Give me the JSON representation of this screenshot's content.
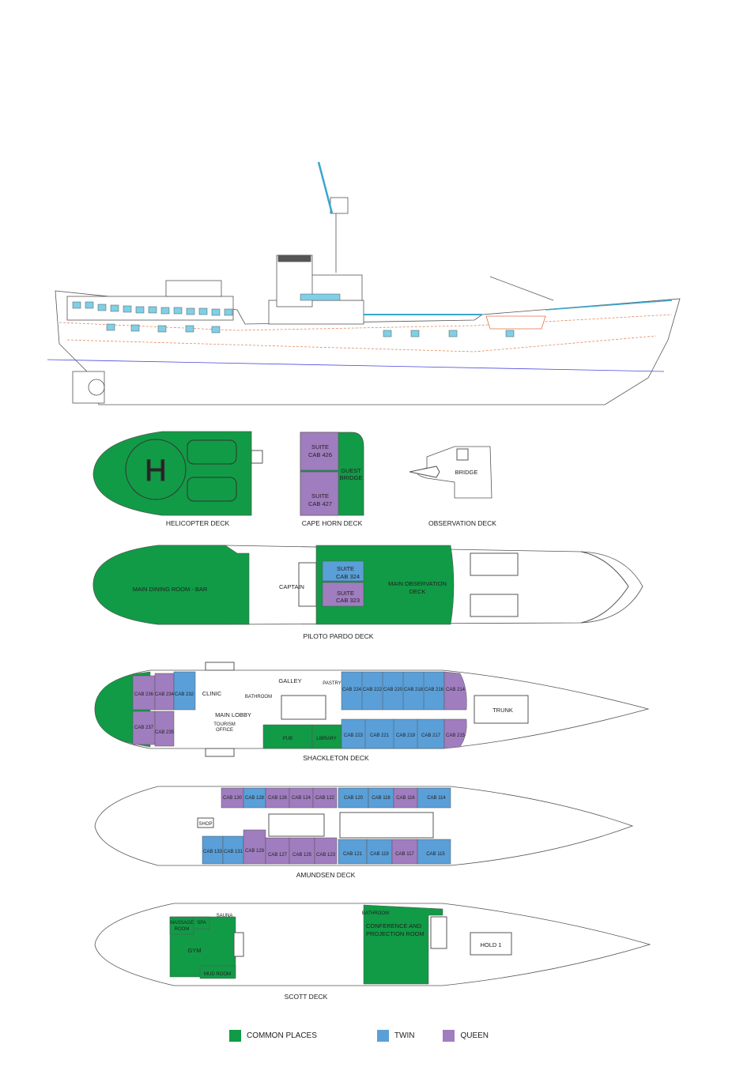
{
  "colors": {
    "common": "#119b46",
    "twin": "#5a9fd8",
    "queen": "#a07dbf",
    "line": "#555555",
    "window": "#7fd0e6"
  },
  "decks": {
    "helicopter": "HELICOPTER DECK",
    "cape_horn": "CAPE HORN DECK",
    "observation": "OBSERVATION DECK",
    "piloto_pardo": "PILOTO PARDO DECK",
    "shackleton": "SHACKLETON DECK",
    "amundsen": "AMUNDSEN DECK",
    "scott": "SCOTT DECK"
  },
  "rooms": {
    "suite": "SUITE",
    "cab_426": "CAB 426",
    "cab_427": "CAB 427",
    "guest": "GUEST",
    "bridge_word": "BRIDGE",
    "bridge": "BRIDGE",
    "main_dining": "MAIN DINING ROOM - BAR",
    "captain": "CAPTAIN",
    "cab_324": "CAB 324",
    "cab_323": "CAB 323",
    "main_obs_1": "MAIN OBSERVATION",
    "main_obs_2": "DECK",
    "galley": "GALLEY",
    "pastry": "PASTRY",
    "clinic": "CLINIC",
    "bathroom": "BATHROOM",
    "main_lobby": "MAIN LOBBY",
    "tourism": "TOURISM",
    "office": "OFFICE",
    "pub": "PUB",
    "library": "LIBRARY",
    "trunk": "TRUNK",
    "shop": "SHOP",
    "sauna": "SAUNA",
    "massage_1": "MASSAGE",
    "massage_2": "ROOM",
    "spa": "SPA",
    "gym": "GYM",
    "mud_room": "MUD ROOM",
    "conf_1": "CONFERENCE AND",
    "conf_2": "PROJECTION ROOM",
    "hold_1": "HOLD 1"
  },
  "cabins_shackleton_top": [
    "CAB 236",
    "CAB 234",
    "CAB 232",
    "CAB 224",
    "CAB 222",
    "CAB 220",
    "CAB 218",
    "CAB 216",
    "CAB 214"
  ],
  "cabins_shackleton_bottom": [
    "CAB 237",
    "CAB 235",
    "CAB 223",
    "CAB 221",
    "CAB 219",
    "CAB 217",
    "CAB 215"
  ],
  "cabins_amundsen_top": [
    "CAB 130",
    "CAB 128",
    "CAB 126",
    "CAB 124",
    "CAB 122",
    "CAB 120",
    "CAB 118",
    "CAB 116",
    "CAB 114"
  ],
  "cabins_amundsen_bottom": [
    "CAB 133",
    "CAB 131",
    "CAB 129",
    "CAB 127",
    "CAB 125",
    "CAB 123",
    "CAB 121",
    "CAB 119",
    "CAB 117",
    "CAB 115"
  ],
  "legend": {
    "common": "COMMON PLACES",
    "twin": "TWIN",
    "queen": "QUEEN"
  }
}
